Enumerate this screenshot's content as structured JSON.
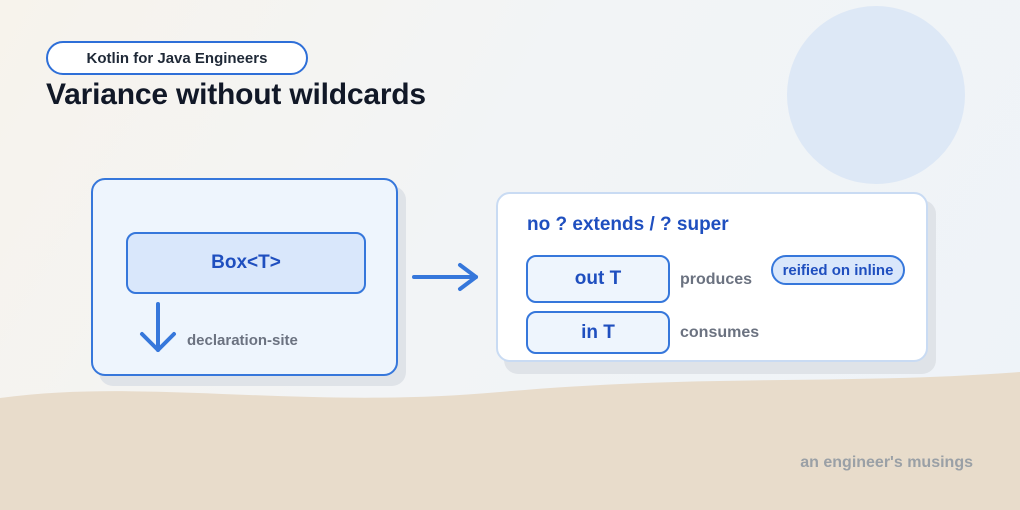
{
  "header": {
    "series_label": "Kotlin for Java Engineers",
    "title": "Variance without wildcards"
  },
  "left_panel": {
    "box_label": "Box<T>",
    "arrow_label": "declaration-site"
  },
  "right_panel": {
    "heading": "no ? extends / ? super",
    "rows": [
      {
        "keyword": "out T",
        "role": "produces"
      },
      {
        "keyword": "in T",
        "role": "consumes"
      }
    ],
    "badge": "reified on inline"
  },
  "footer": {
    "signature": "an engineer's musings"
  },
  "colors": {
    "accent": "#3677db",
    "accent_text": "#1f4fbf",
    "card_fill": "#eef5fd",
    "sand": "#e8dccb",
    "circle": "#dde8f6"
  }
}
